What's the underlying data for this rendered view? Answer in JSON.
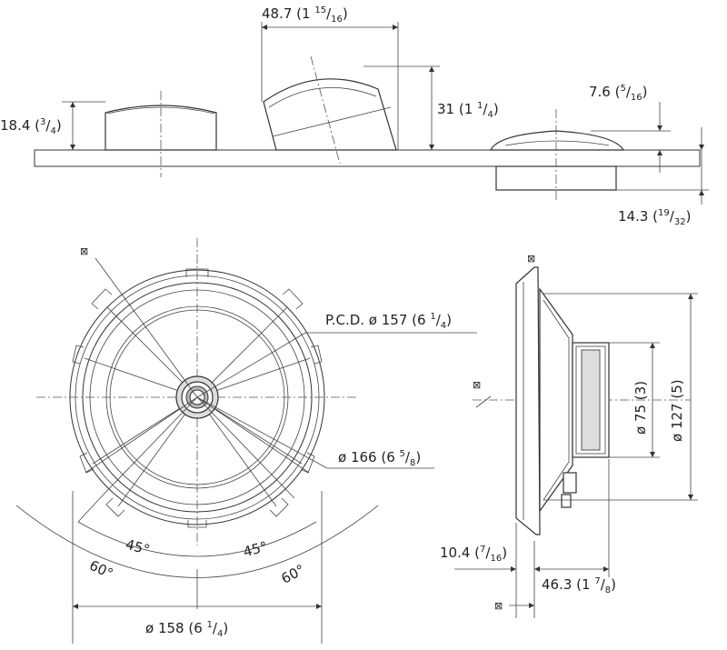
{
  "top_view": {
    "dome_height": {
      "main": "18.4 (",
      "num": "3",
      "den": "4",
      "close": ")"
    },
    "angled_width": {
      "main": "48.7 (1 ",
      "num": "15",
      "den": "16",
      "close": ")"
    },
    "angled_height": {
      "main": "31 (1 ",
      "num": "1",
      "den": "4",
      "close": ")"
    },
    "flush_height": {
      "main": "7.6 (",
      "num": "5",
      "den": "16",
      "close": ")"
    },
    "flush_depth": {
      "main": "14.3 (",
      "num": "19",
      "den": "32",
      "close": ")"
    }
  },
  "front_view": {
    "corner_mark": "⊠",
    "pcd": {
      "main": "P.C.D. ø 157 (6 ",
      "num": "1",
      "den": "4",
      "close": ")"
    },
    "outer_dia": {
      "main": "ø 166 (6 ",
      "num": "5",
      "den": "8",
      "close": ")"
    },
    "cutout": {
      "main": "ø 158 (6 ",
      "num": "1",
      "den": "4",
      "close": ")"
    },
    "angle_inner_left": "45°",
    "angle_inner_right": "45°",
    "angle_outer_left": "60°",
    "angle_outer_right": "60°"
  },
  "side_view": {
    "top_mark": "⊠",
    "side_mark": "⊠",
    "bottom_mark": "⊠",
    "magnet_dia": "ø 75 (3)",
    "frame_dia": "ø 127 (5)",
    "flange": {
      "main": "10.4 (",
      "num": "7",
      "den": "16",
      "close": ")"
    },
    "depth": {
      "main": "46.3 (1 ",
      "num": "7",
      "den": "8",
      "close": ")"
    }
  }
}
